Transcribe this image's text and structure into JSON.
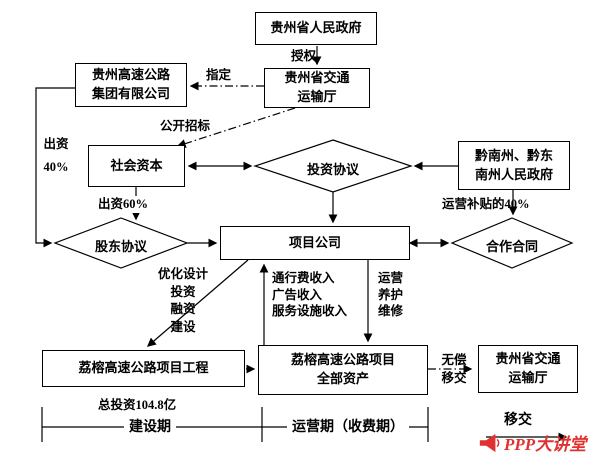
{
  "nodes": {
    "provincial_government": "贵州省人民政府",
    "transport_department": "贵州省交通\n运输厅",
    "expressway_group": "贵州高速公路\n集团有限公司",
    "social_capital": "社会资本",
    "prefecture_governments": "黔南州、黔东\n南州人民政府",
    "project_company": "项目公司",
    "project_engineering": "荔榕高速公路项目工程",
    "project_assets": "荔榕高速公路项目\n全部资产",
    "transport_department_receiver": "贵州省交通\n运输厅"
  },
  "diamonds": {
    "investment_agreement": "投资协议",
    "shareholder_agreement": "股东协议",
    "cooperation_contract": "合作合同"
  },
  "edge_labels": {
    "authorize": "授权",
    "designate": "指定",
    "public_bidding": "公开招标",
    "contribution_40": "出资\n40%",
    "contribution_60": "出资60%",
    "operation_subsidy": "运营补贴的40%",
    "build_tasks": "优化设计\n投资\n融资\n建设",
    "revenues": "通行费收入\n广告收入\n服务设施收入",
    "operations": "运营\n养护\n维修",
    "free_transfer": "无偿\n移交",
    "total_investment": "总投资104.8亿"
  },
  "timeline": {
    "construction_period": "建设期",
    "operation_period": "运营期（收费期）",
    "handover": "移交"
  },
  "watermark": {
    "text": "PPP大讲堂",
    "color": "#e03131"
  },
  "colors": {
    "line": "#000000",
    "background": "#ffffff"
  }
}
